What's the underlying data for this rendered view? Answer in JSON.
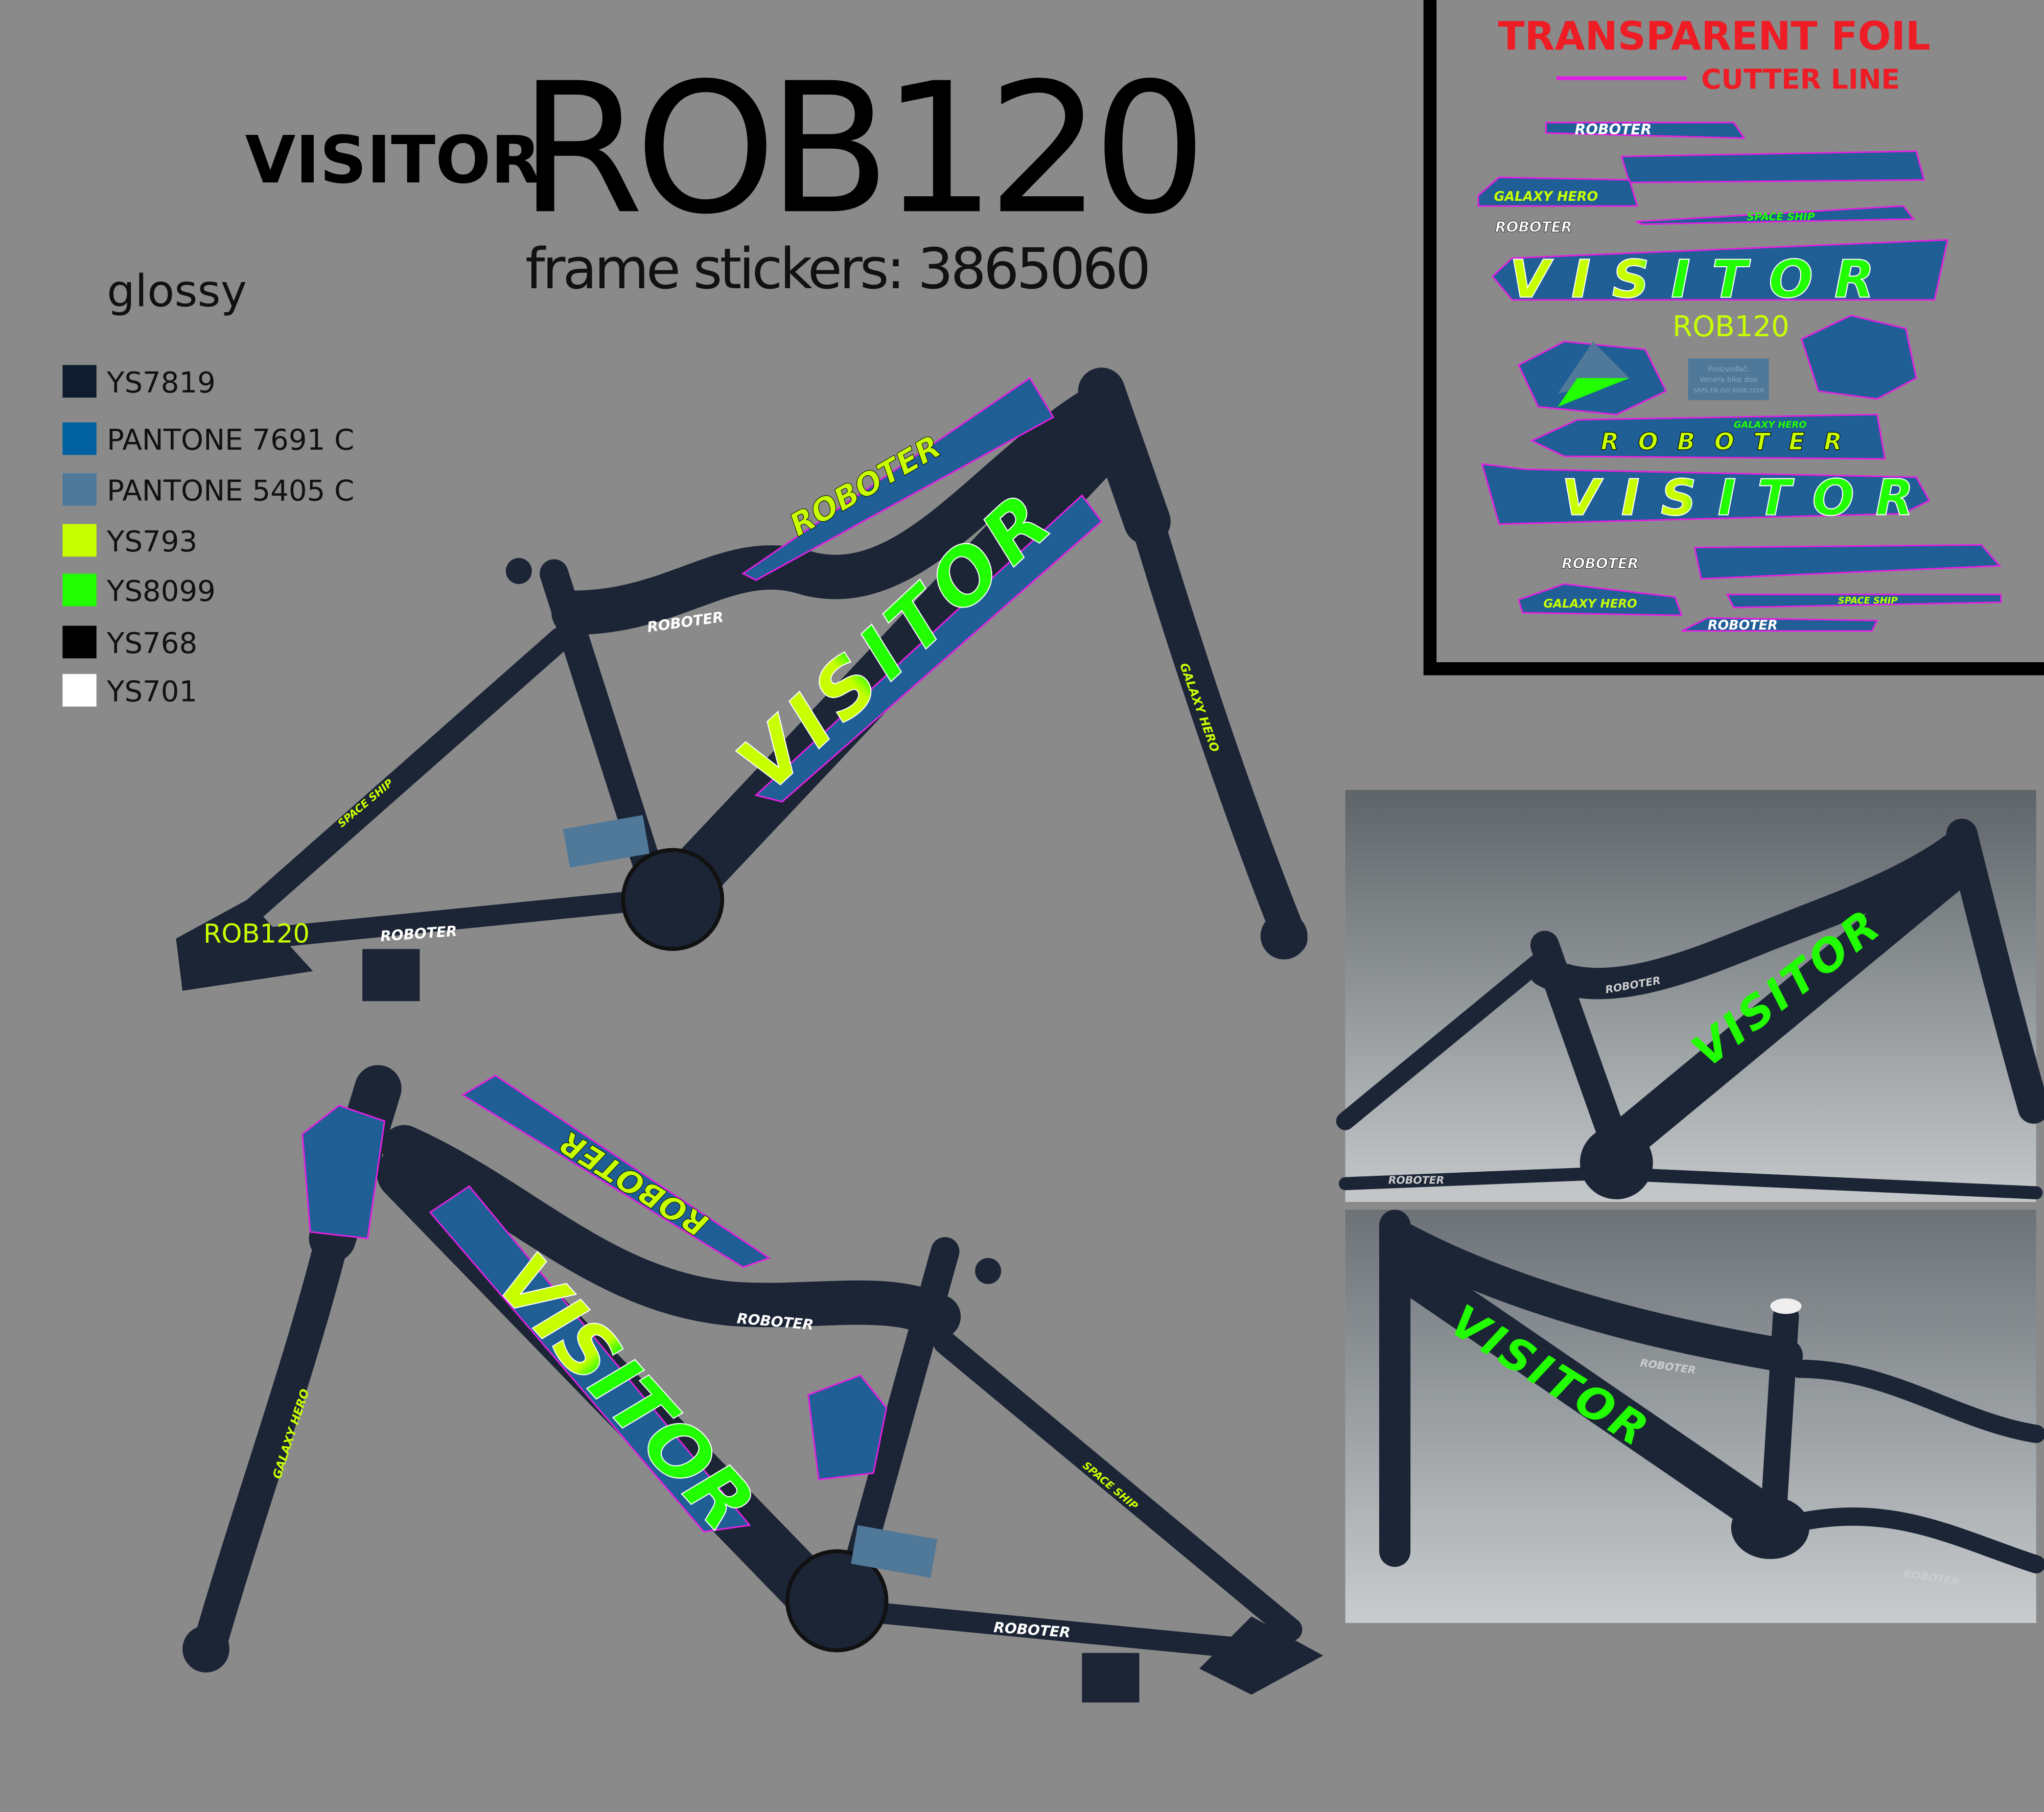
{
  "header": {
    "brand": "VISITOR",
    "model": "ROB120",
    "subtitle": "frame stickers: 3865060"
  },
  "finish": "glossy",
  "legend": [
    {
      "code": "YS7819",
      "color": "#0f1c2e"
    },
    {
      "code": "PANTONE 7691 C",
      "color": "#0160a0"
    },
    {
      "code": "PANTONE 5405 C",
      "color": "#4f7899"
    },
    {
      "code": "YS793",
      "color": "#c8ff00"
    },
    {
      "code": "YS8099",
      "color": "#22ff00"
    },
    {
      "code": "YS768",
      "color": "#000000"
    },
    {
      "code": "YS701",
      "color": "#ffffff"
    }
  ],
  "foil_panel": {
    "title": "TRANSPARENT FOIL",
    "cutter_line_label": "CUTTER LINE",
    "cutter_line_color": "#e020e0",
    "title_color": "#ee1c25",
    "model_label": "ROB120",
    "manufacturer_label": [
      "Proizvođač:",
      "Venera bike doo",
      "SRPS EN ISO 8098:2016"
    ]
  },
  "sticker_texts": {
    "roboter": "ROBOTER",
    "galaxy_hero": "GALAXY HERO",
    "space_ship": "SPACE SHIP",
    "visitor": "VISITOR"
  },
  "frame_label": "ROB120",
  "colors": {
    "background": "#8a8a8a",
    "frame": "#1b2536",
    "accent_yellow": "#c8ff00",
    "accent_green": "#22ff00"
  }
}
